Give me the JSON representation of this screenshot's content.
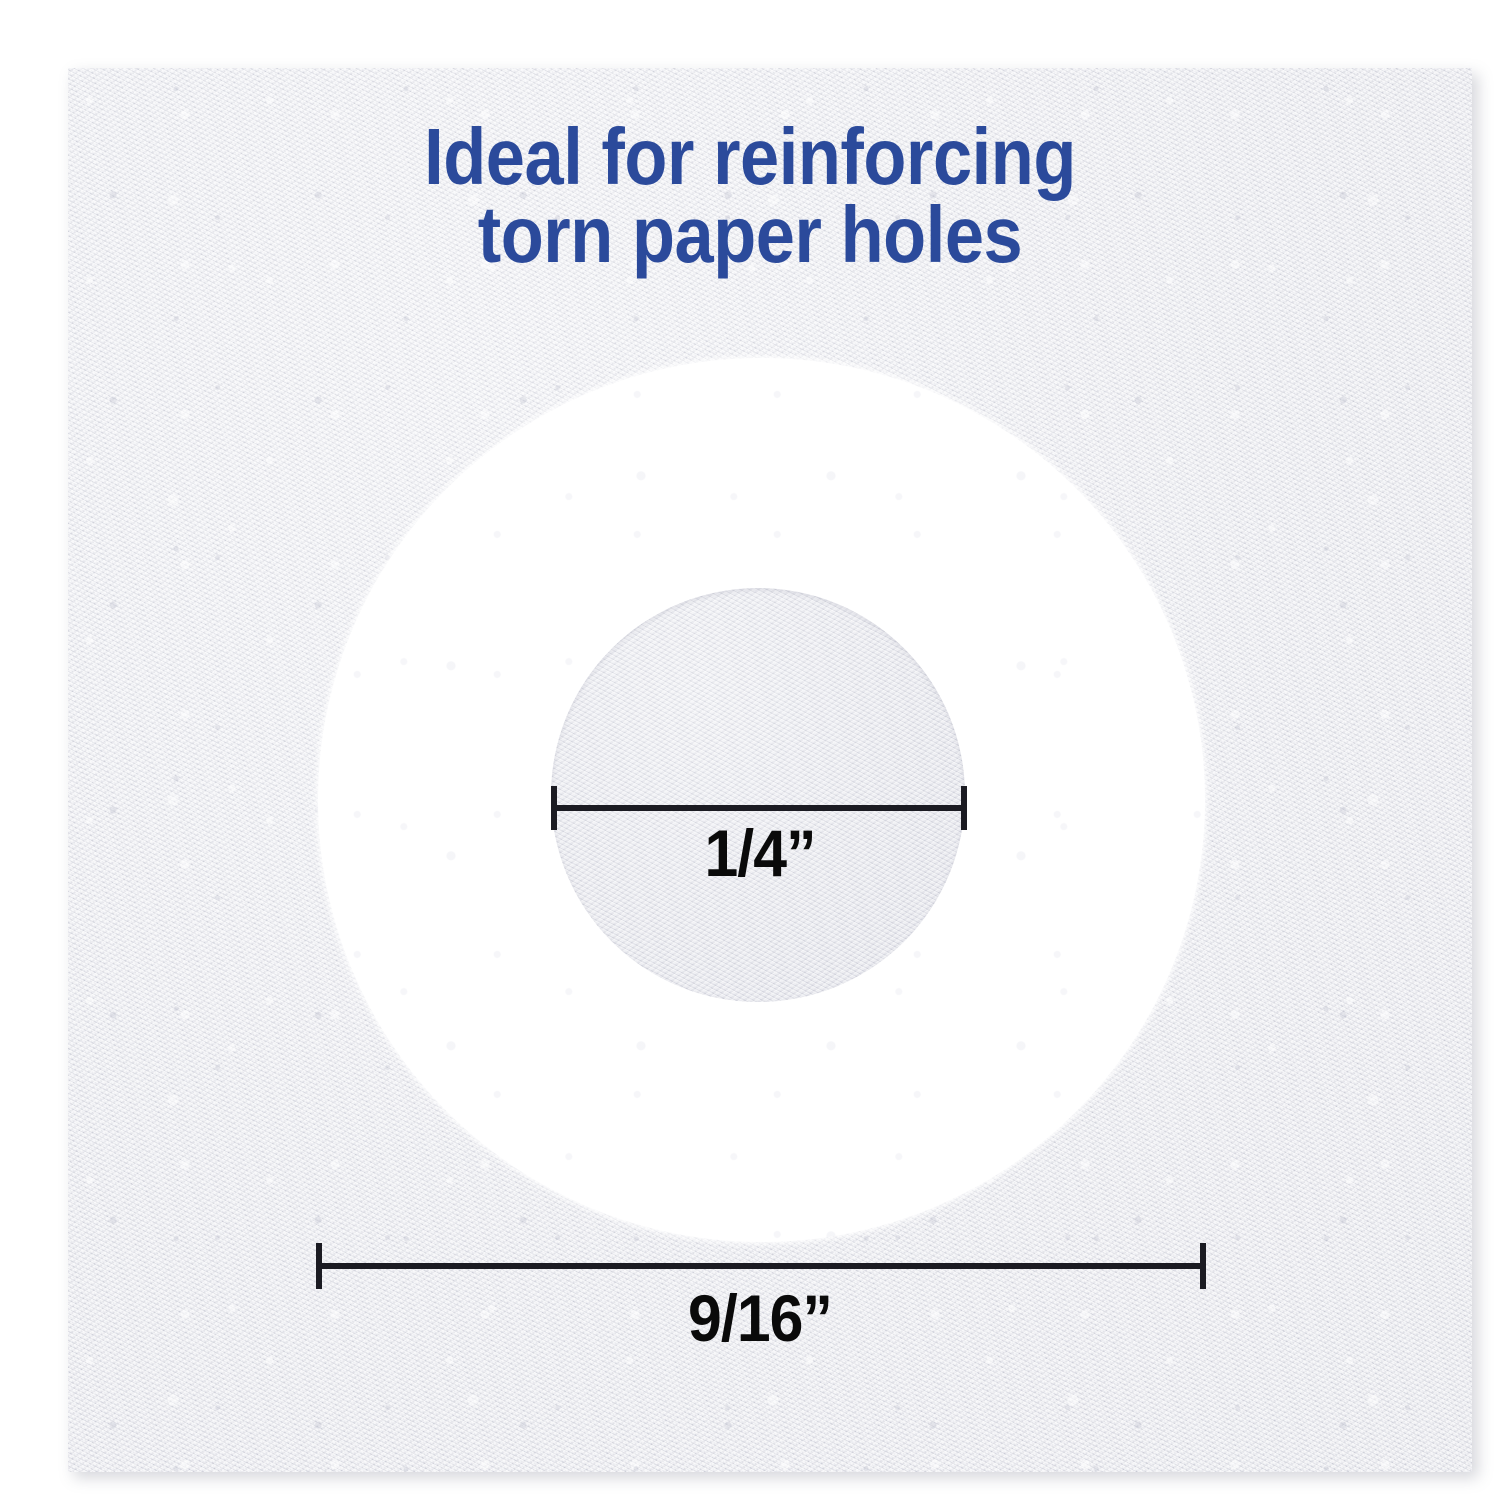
{
  "headline": {
    "line1": "Ideal for reinforcing",
    "line2": "torn paper holes",
    "color": "#2b4a9b"
  },
  "product": {
    "type": "hole-reinforcement-label",
    "shape": "ring",
    "label_color": "#ffffff",
    "background_color": "#e2e3ea"
  },
  "dimensions": {
    "inner_diameter": "1/4”",
    "outer_diameter": "9/16”",
    "rule_color": "#1b1b22",
    "label_color": "#0a0a0a"
  }
}
